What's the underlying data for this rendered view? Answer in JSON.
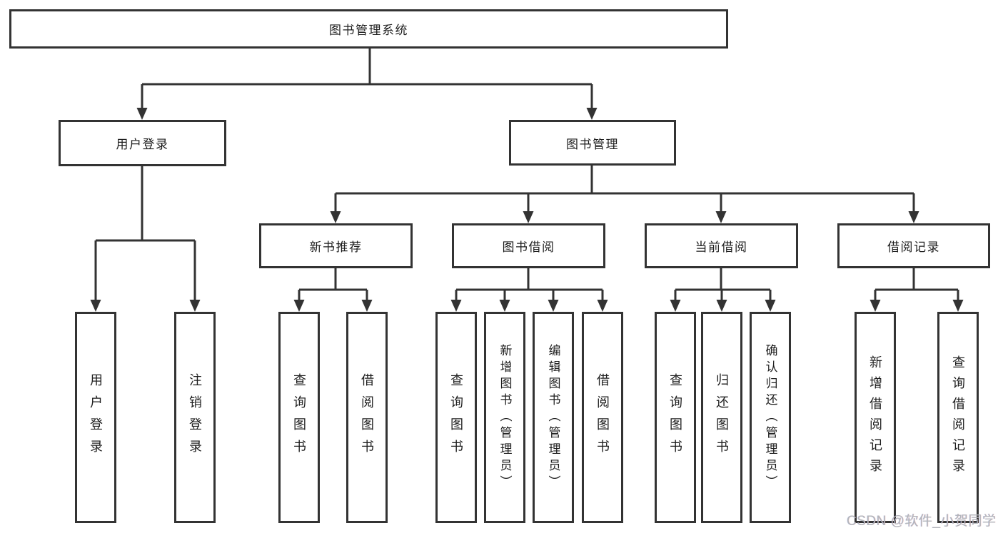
{
  "colors": {
    "background": "#ffffff",
    "line": "#333333",
    "box_border": "#333333",
    "text": "#1d1d1d",
    "watermark": "#b2b6bb"
  },
  "diagram": {
    "type": "hierarchy",
    "root": {
      "label": "图书管理系统"
    },
    "branches": [
      {
        "label": "用户登录",
        "children": [
          {
            "label": "用户登录"
          },
          {
            "label": "注销登录"
          }
        ]
      },
      {
        "label": "图书管理",
        "children": [
          {
            "label": "新书推荐",
            "children": [
              {
                "label": "查询图书"
              },
              {
                "label": "借阅图书"
              }
            ]
          },
          {
            "label": "图书借阅",
            "children": [
              {
                "label": "查询图书"
              },
              {
                "label": "新增图书（管理员）"
              },
              {
                "label": "编辑图书（管理员）"
              },
              {
                "label": "借阅图书"
              }
            ]
          },
          {
            "label": "当前借阅",
            "children": [
              {
                "label": "查询图书"
              },
              {
                "label": "归还图书"
              },
              {
                "label": "确认归还（管理员）"
              }
            ]
          },
          {
            "label": "借阅记录",
            "children": [
              {
                "label": "新增借阅记录"
              },
              {
                "label": "查询借阅记录"
              }
            ]
          }
        ]
      }
    ]
  },
  "watermark": {
    "text": "CSDN @软件_小贺同学"
  }
}
